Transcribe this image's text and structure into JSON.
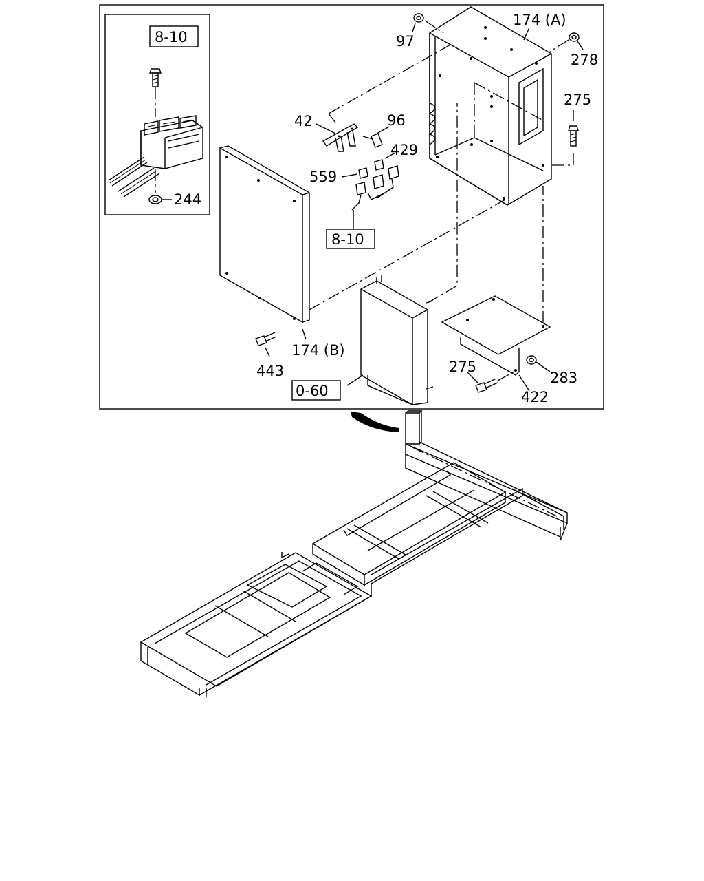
{
  "callouts": {
    "c97": "97",
    "c174a": "174 (A)",
    "c278": "278",
    "c275a": "275",
    "c42": "42",
    "c96": "96",
    "c429": "429",
    "c559": "559",
    "c244": "244",
    "c443": "443",
    "c174b": "174 (B)",
    "c275b": "275",
    "c283": "283",
    "c422": "422"
  },
  "refs": {
    "inset_ref": "8-10",
    "harness_ref": "8-10",
    "unit_ref": "0-60"
  }
}
